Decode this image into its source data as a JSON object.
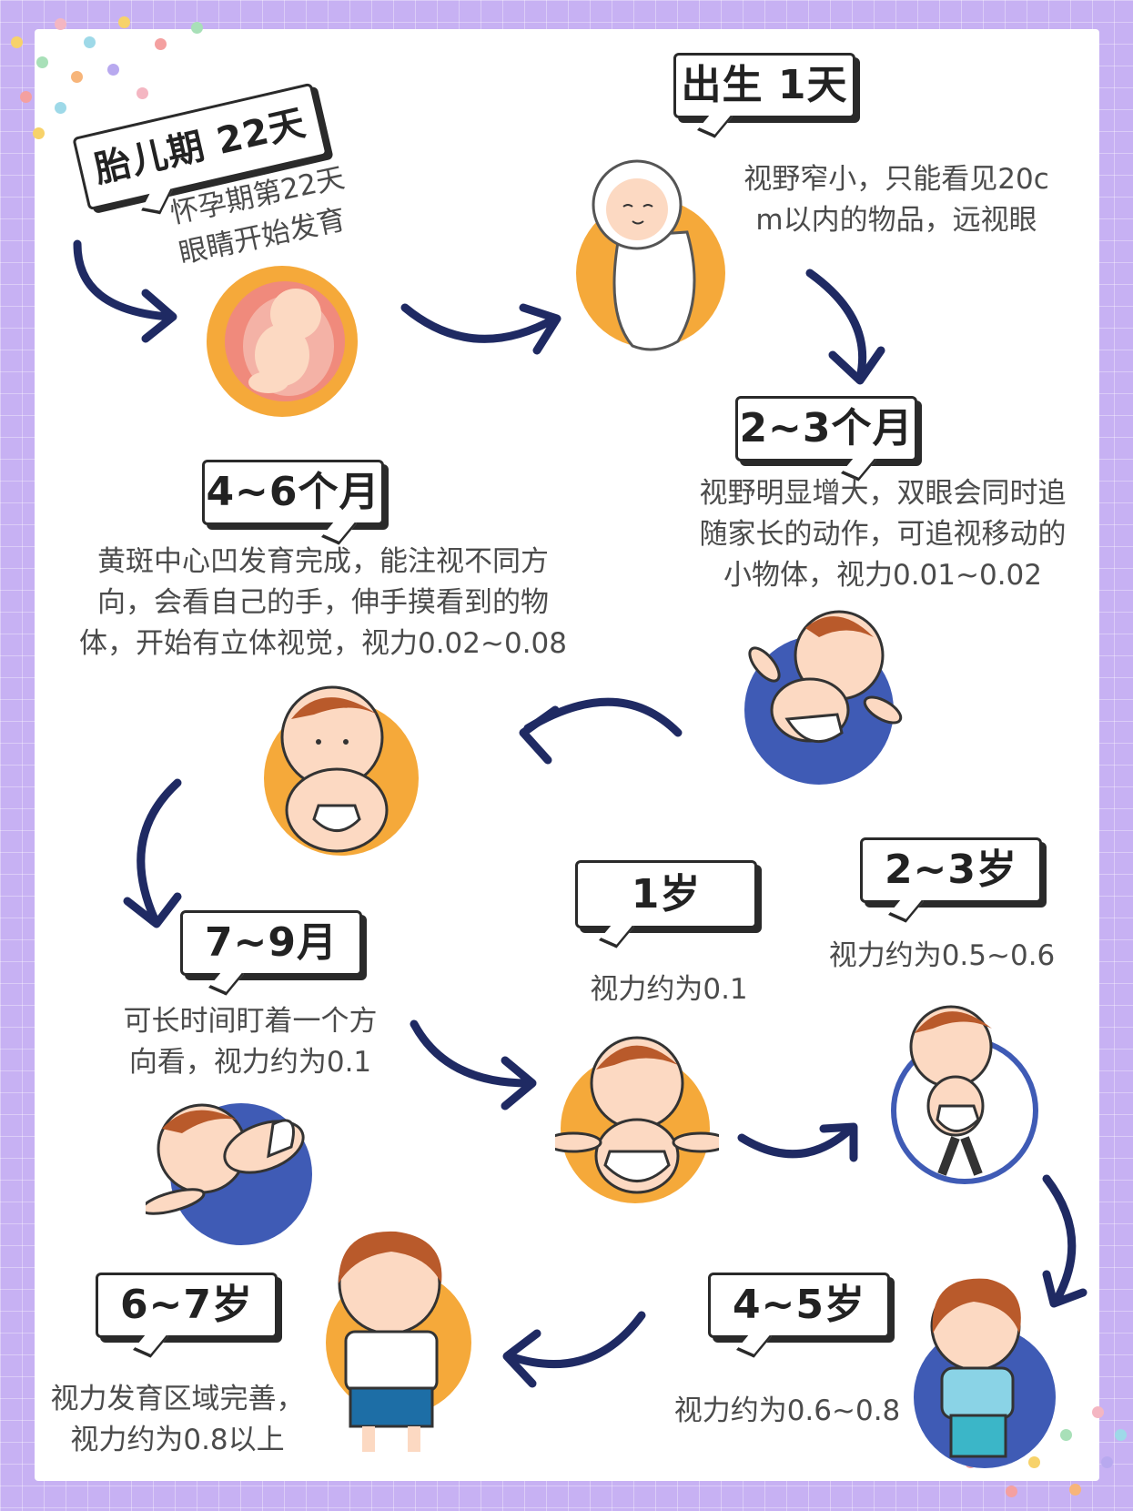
{
  "colors": {
    "background": "#c7b1f3",
    "arrow": "#1f2a63",
    "orange": "#f5a93a",
    "blue": "#3f5bb5",
    "skin": "#fbd2b4",
    "hair": "#b95a2b"
  },
  "stages": [
    {
      "id": "fetal",
      "label": "胎儿期 22天",
      "desc_lines": [
        "怀孕期第22天",
        "眼睛开始发育"
      ],
      "circle": "orange"
    },
    {
      "id": "birth",
      "label": "出生 1天",
      "desc_lines": [
        "视野窄小，只能看见20c",
        "m以内的物品，远视眼"
      ],
      "circle": "orange"
    },
    {
      "id": "m2_3",
      "label": "2~3个月",
      "desc_lines": [
        "视野明显增大，双眼会同时追",
        "随家长的动作，可追视移动的",
        "小物体，视力0.01~0.02"
      ],
      "circle": "blue"
    },
    {
      "id": "m4_6",
      "label": "4~6个月",
      "desc_lines": [
        "黄斑中心凹发育完成，能注视不同方",
        "向，会看自己的手，伸手摸看到的物",
        "体，开始有立体视觉，视力0.02~0.08"
      ],
      "circle": "orange"
    },
    {
      "id": "m7_9",
      "label": "7~9月",
      "desc_lines": [
        "可长时间盯着一个方",
        "向看，视力约为0.1"
      ],
      "circle": "blue"
    },
    {
      "id": "y1",
      "label": "1岁",
      "desc_lines": [
        "视力约为0.1"
      ],
      "circle": "orange"
    },
    {
      "id": "y2_3",
      "label": "2~3岁",
      "desc_lines": [
        "视力约为0.5~0.6"
      ],
      "circle": "blue"
    },
    {
      "id": "y4_5",
      "label": "4~5岁",
      "desc_lines": [
        "视力约为0.6~0.8"
      ],
      "circle": "blue"
    },
    {
      "id": "y6_7",
      "label": "6~7岁",
      "desc_lines": [
        "视力发育区域完善，",
        "视力约为0.8以上"
      ],
      "circle": "orange"
    }
  ]
}
